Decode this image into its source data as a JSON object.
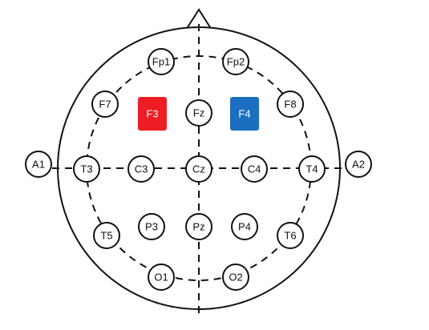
{
  "electrodes": {
    "fp1": "Fp1",
    "fp2": "Fp2",
    "f7": "F7",
    "fz": "Fz",
    "f8": "F8",
    "a1": "A1",
    "t3": "T3",
    "c3": "C3",
    "cz": "Cz",
    "c4": "C4",
    "t4": "T4",
    "a2": "A2",
    "t5": "T5",
    "p3": "P3",
    "pz": "Pz",
    "p4": "P4",
    "t6": "T6",
    "o1": "O1",
    "o2": "O2"
  },
  "highlighted": {
    "f3": "F3",
    "f4": "F4"
  },
  "colors": {
    "f3": "#ee1d23",
    "f4": "#1b6fc0",
    "stroke": "#111111"
  }
}
